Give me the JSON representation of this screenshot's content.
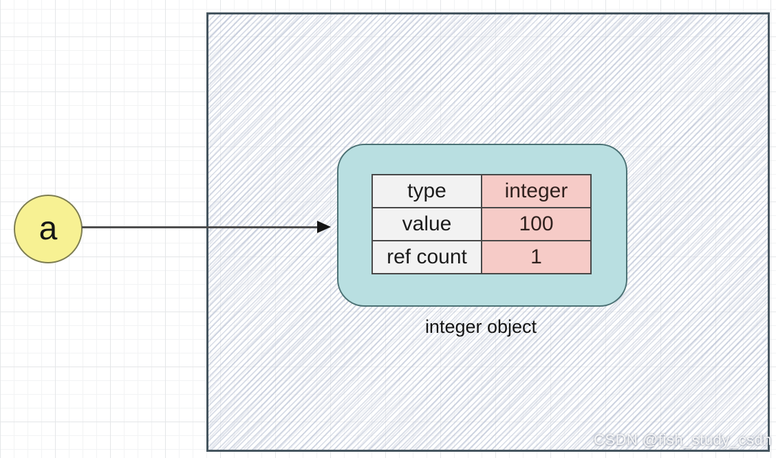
{
  "diagram": {
    "variable": {
      "label": "a"
    },
    "object_box": {
      "caption": "integer object",
      "table": {
        "rows": [
          {
            "key": "type",
            "value": "integer"
          },
          {
            "key": "value",
            "value": "100"
          },
          {
            "key": "ref count",
            "value": "1"
          }
        ]
      }
    },
    "watermark": "CSDN @fish_study_csdn",
    "colors": {
      "variable_fill": "#f7f193",
      "variable_stroke": "#7d7d52",
      "object_fill": "#b9dfe1",
      "object_stroke": "#4a7073",
      "key_cell_fill": "#f2f2f2",
      "value_cell_fill": "#f6cbc7",
      "table_border": "#474747",
      "canvas_border": "#45555f",
      "hatch_line": "#c4cddb",
      "arrow": "#4d4d4d"
    }
  }
}
